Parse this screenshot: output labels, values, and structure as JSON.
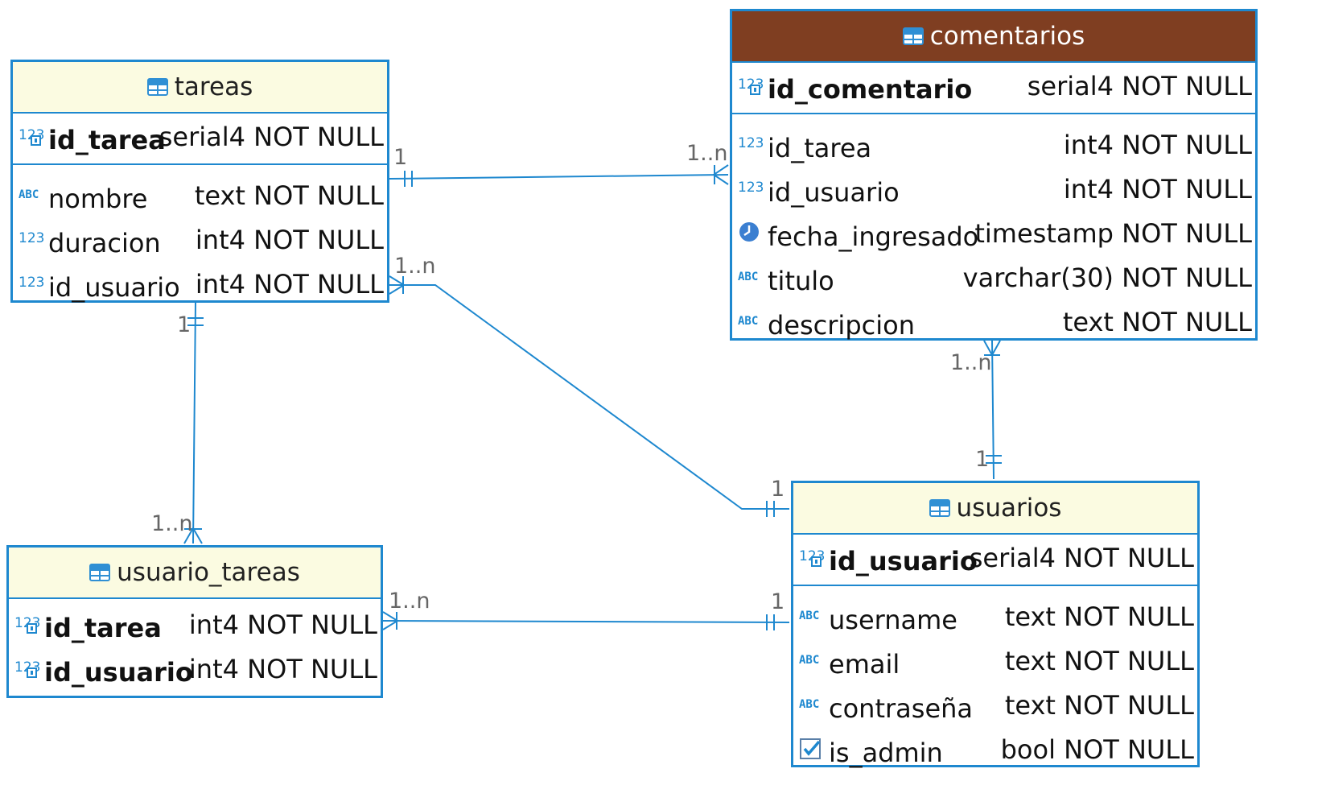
{
  "colors": {
    "border": "#1e88cf",
    "header_light": "#fbfbe1",
    "header_dark": "#7f3e21",
    "line": "#1e88cf",
    "cardinality_text": "#666666"
  },
  "entities": {
    "tareas": {
      "title": "tareas",
      "pk": [
        {
          "name": "id_tarea",
          "type": "serial4 NOT NULL",
          "icon": "pk-number-icon"
        }
      ],
      "columns": [
        {
          "name": "nombre",
          "type": "text NOT NULL",
          "icon": "text-abc-icon"
        },
        {
          "name": "duracion",
          "type": "int4 NOT NULL",
          "icon": "number-123-icon"
        },
        {
          "name": "id_usuario",
          "type": "int4 NOT NULL",
          "icon": "number-123-icon"
        }
      ]
    },
    "comentarios": {
      "title": "comentarios",
      "pk": [
        {
          "name": "id_comentario",
          "type": "serial4 NOT NULL",
          "icon": "pk-number-icon"
        }
      ],
      "columns": [
        {
          "name": "id_tarea",
          "type": "int4 NOT NULL",
          "icon": "number-123-icon"
        },
        {
          "name": "id_usuario",
          "type": "int4 NOT NULL",
          "icon": "number-123-icon"
        },
        {
          "name": "fecha_ingresado",
          "type": "timestamp NOT NULL",
          "icon": "clock-icon"
        },
        {
          "name": "titulo",
          "type": "varchar(30) NOT NULL",
          "icon": "text-abc-icon"
        },
        {
          "name": "descripcion",
          "type": "text NOT NULL",
          "icon": "text-abc-icon"
        }
      ]
    },
    "usuario_tareas": {
      "title": "usuario_tareas",
      "pk": [
        {
          "name": "id_tarea",
          "type": "int4 NOT NULL",
          "icon": "pk-number-icon"
        },
        {
          "name": "id_usuario",
          "type": "int4 NOT NULL",
          "icon": "pk-number-icon"
        }
      ],
      "columns": []
    },
    "usuarios": {
      "title": "usuarios",
      "pk": [
        {
          "name": "id_usuario",
          "type": "serial4 NOT NULL",
          "icon": "pk-number-icon"
        }
      ],
      "columns": [
        {
          "name": "username",
          "type": "text NOT NULL",
          "icon": "text-abc-icon"
        },
        {
          "name": "email",
          "type": "text NOT NULL",
          "icon": "text-abc-icon"
        },
        {
          "name": "contraseña",
          "type": "text NOT NULL",
          "icon": "text-abc-icon"
        },
        {
          "name": "is_admin",
          "type": "bool NOT NULL",
          "icon": "checkbox-icon"
        }
      ]
    }
  },
  "relationships": [
    {
      "id": "tareas-comentarios",
      "from_card": "1",
      "to_card": "1..n"
    },
    {
      "id": "usuarios-tareas",
      "from_card": "1",
      "to_card": "1..n"
    },
    {
      "id": "tareas-usuario_tareas",
      "from_card": "1",
      "to_card": "1..n"
    },
    {
      "id": "usuarios-comentarios",
      "from_card": "1",
      "to_card": "1..n"
    },
    {
      "id": "usuarios-usuario_tareas",
      "from_card": "1",
      "to_card": "1..n"
    }
  ]
}
